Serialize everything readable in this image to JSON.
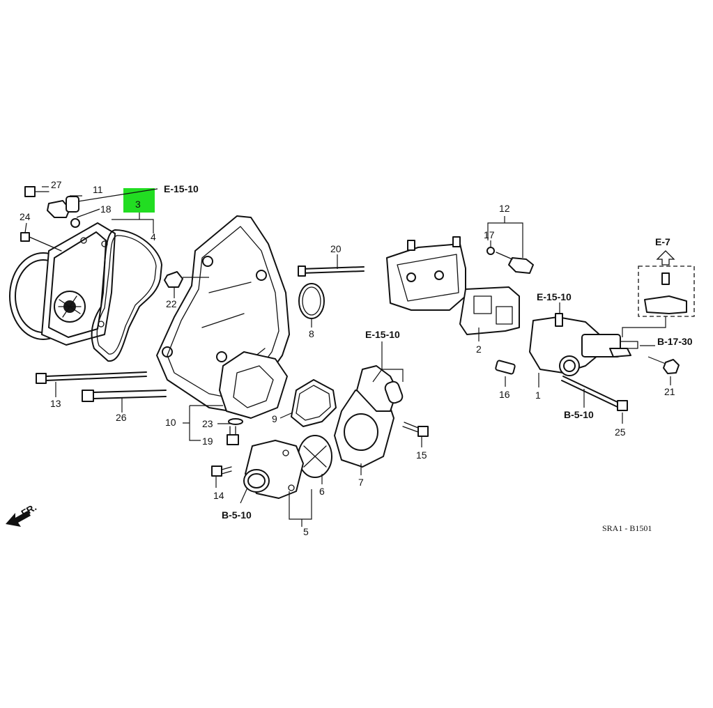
{
  "highlight_color": "#22dd22",
  "callouts": {
    "n1": "1",
    "n2": "2",
    "n3": "3",
    "n4": "4",
    "n5": "5",
    "n6": "6",
    "n7": "7",
    "n8": "8",
    "n9": "9",
    "n10": "10",
    "n11": "11",
    "n12": "12",
    "n13": "13",
    "n14": "14",
    "n15": "15",
    "n16": "16",
    "n17": "17",
    "n18": "18",
    "n19": "19",
    "n20": "20",
    "n21": "21",
    "n22": "22",
    "n23": "23",
    "n24": "24",
    "n25": "25",
    "n26": "26",
    "n27": "27"
  },
  "refs": {
    "e1510_top": "E-15-10",
    "e1510_mid": "E-15-10",
    "e1510_right": "E-15-10",
    "e7": "E-7",
    "b1730": "B-17-30",
    "b510_right": "B-5-10",
    "b510_bottom": "B-5-10",
    "fr": "FR."
  },
  "diagram_code": "SRA1 - B1501"
}
